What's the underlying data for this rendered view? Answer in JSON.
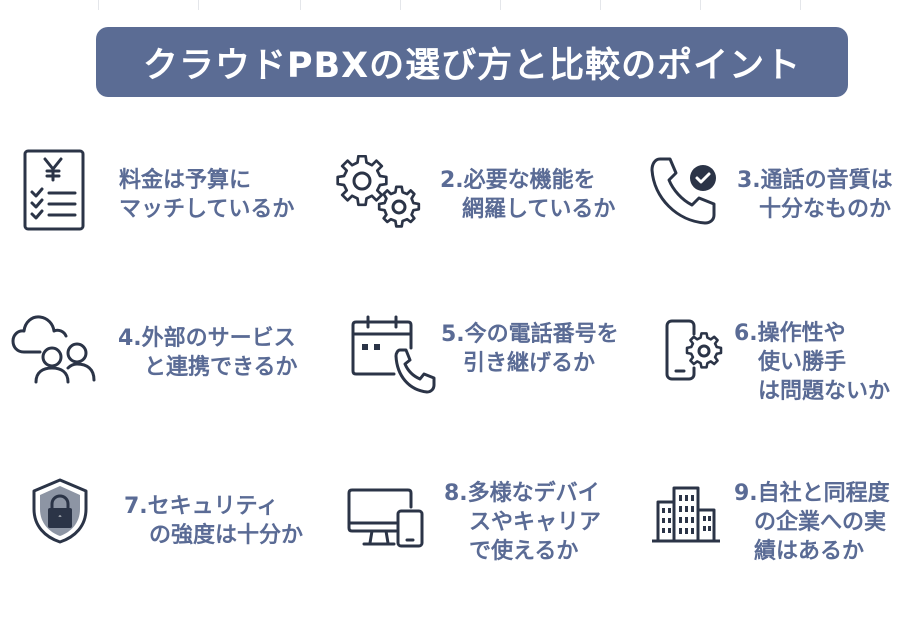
{
  "title": "クラウドPBXの選び方と比較のポイント",
  "icon_color": "#2b3447",
  "title_bg": "#5b6c94",
  "text_color": "#5a6b95",
  "points": [
    {
      "icon": "price-list-icon",
      "lines": [
        "料金は予算に",
        "マッチしているか"
      ]
    },
    {
      "icon": "gears-icon",
      "lines": [
        "2.必要な機能を",
        "網羅しているか"
      ]
    },
    {
      "icon": "phone-check-icon",
      "lines": [
        "3.通話の音質は",
        "十分なものか"
      ]
    },
    {
      "icon": "cloud-users-icon",
      "lines": [
        "4.外部のサービス",
        "と連携できるか"
      ]
    },
    {
      "icon": "calendar-phone-icon",
      "lines": [
        "5.今の電話番号を",
        "引き継げるか"
      ]
    },
    {
      "icon": "smartphone-gear-icon",
      "lines": [
        "6.操作性や",
        "使い勝手",
        "は問題ないか"
      ]
    },
    {
      "icon": "shield-lock-icon",
      "lines": [
        "7.セキュリティ",
        "の強度は十分か"
      ]
    },
    {
      "icon": "devices-icon",
      "lines": [
        "8.多様なデバイ",
        "スやキャリア",
        "で使えるか"
      ]
    },
    {
      "icon": "building-icon",
      "lines": [
        "9.自社と同程度",
        "の企業への実",
        "績はあるか"
      ]
    }
  ]
}
